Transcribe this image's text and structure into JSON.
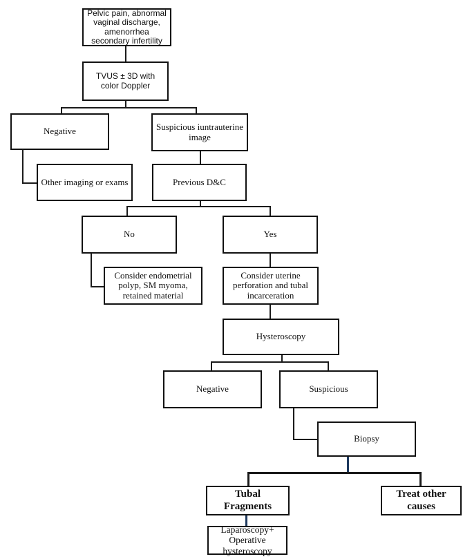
{
  "flowchart": {
    "start": "Pelvic pain, abnormal vaginal discharge, amenorrhea secondary infertility",
    "tvus": "TVUS ± 3D with color Doppler",
    "negative_1": "Negative",
    "suspicious_image": "Suspicious iuntrauterine image",
    "other_imaging": "Other imaging or exams",
    "previous_dc": "Previous D&C",
    "no": "No",
    "yes": "Yes",
    "consider_polyp": "Consider endometrial polyp, SM myoma, retained material",
    "consider_perforation": "Consider uterine perforation and tubal incarceration",
    "hysteroscopy": "Hysteroscopy",
    "negative_2": "Negative",
    "suspicious": "Suspicious",
    "biopsy": "Biopsy",
    "tubal_fragments": "Tubal Fragments",
    "treat_other": "Treat other causes",
    "laparoscopy": "Laparoscopy+ Operative hysteroscopy"
  },
  "colors": {
    "box_border": "#111111",
    "connector": "#1a1a1a",
    "highlight_connector": "#1f3a5f"
  }
}
